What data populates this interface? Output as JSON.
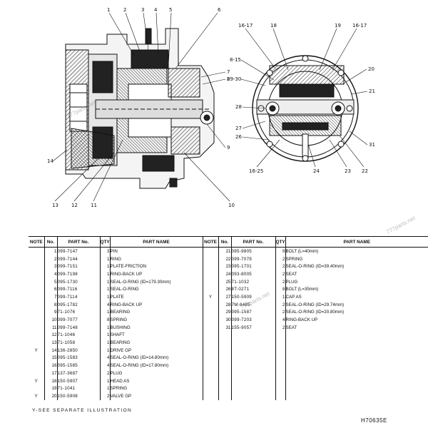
{
  "drawing_callouts": {
    "left": [
      "1",
      "2",
      "3",
      "4",
      "5",
      "6",
      "7",
      "8",
      "9",
      "10",
      "11",
      "12",
      "13",
      "14"
    ],
    "right": [
      "16-17",
      "18",
      "19",
      "16-17",
      "8-15",
      "29-30",
      "20",
      "21",
      "28",
      "27",
      "26",
      "16-25",
      "24",
      "23",
      "22",
      "31"
    ]
  },
  "table": {
    "headers": [
      "NOTE",
      "No.",
      "PART No.",
      "QTY",
      "PART NAME"
    ],
    "rows_left": [
      {
        "note": "",
        "no": "1",
        "part": "099-7147",
        "qty": "3",
        "name": "PIN"
      },
      {
        "note": "",
        "no": "2",
        "part": "099-7144",
        "qty": "1",
        "name": "RING"
      },
      {
        "note": "",
        "no": "3",
        "part": "099-7151",
        "qty": "1",
        "name": "PLATE-FRICTION"
      },
      {
        "note": "",
        "no": "4",
        "part": "099-7198",
        "qty": "1",
        "name": "RING-BACK UP"
      },
      {
        "note": "",
        "no": "5",
        "part": "095-1730",
        "qty": "1",
        "name": "SEAL-O-RING (ID=179.30mm)"
      },
      {
        "note": "",
        "no": "6",
        "part": "099-7116",
        "qty": "1",
        "name": "SEAL-O-RING"
      },
      {
        "note": "",
        "no": "7",
        "part": "099-7114",
        "qty": "1",
        "name": "PLATE"
      },
      {
        "note": "",
        "no": "8",
        "part": "095-1782",
        "qty": "4",
        "name": "RING-BACK UP"
      },
      {
        "note": "",
        "no": "9",
        "part": "71-1076",
        "qty": "1",
        "name": "BEARING"
      },
      {
        "note": "",
        "no": "10",
        "part": "099-7077",
        "qty": "8",
        "name": "SPRING"
      },
      {
        "note": "",
        "no": "11",
        "part": "099-7148",
        "qty": "1",
        "name": "BUSHING"
      },
      {
        "note": "",
        "no": "12",
        "part": "71-1046",
        "qty": "1",
        "name": "SHAFT"
      },
      {
        "note": "",
        "no": "13",
        "part": "71-1058",
        "qty": "1",
        "name": "BEARING"
      },
      {
        "note": "Y",
        "no": "14",
        "part": "136-2850",
        "qty": "1",
        "name": "DRIVE GP"
      },
      {
        "note": "",
        "no": "15",
        "part": "095-1583",
        "qty": "4",
        "name": "SEAL-O-RING (ID=14.80mm)"
      },
      {
        "note": "",
        "no": "16",
        "part": "095-1585",
        "qty": "4",
        "name": "SEAL-O-RING (ID=17.80mm)"
      },
      {
        "note": "",
        "no": "17",
        "part": "137-3687",
        "qty": "2",
        "name": "PLUG"
      },
      {
        "note": "Y",
        "no": "18",
        "part": "150-5907",
        "qty": "1",
        "name": "HEAD AS"
      },
      {
        "note": "",
        "no": "19",
        "part": "71-1041",
        "qty": "1",
        "name": "SPRING"
      },
      {
        "note": "Y",
        "no": "20",
        "part": "150-5908",
        "qty": "2",
        "name": "VALVE GP"
      }
    ],
    "rows_right": [
      {
        "note": "",
        "no": "21",
        "part": "095-9805",
        "qty": "9",
        "name": "BOLT (L=40mm)"
      },
      {
        "note": "",
        "no": "22",
        "part": "099-7079",
        "qty": "2",
        "name": "SPRING"
      },
      {
        "note": "",
        "no": "23",
        "part": "095-1701",
        "qty": "2",
        "name": "SEAL-O-RING (ID=39.40mm)"
      },
      {
        "note": "",
        "no": "24",
        "part": "093-8005",
        "qty": "2",
        "name": "SEAT"
      },
      {
        "note": "",
        "no": "25",
        "part": "71-1032",
        "qty": "2",
        "name": "PLUG"
      },
      {
        "note": "",
        "no": "26",
        "part": "8T-0271",
        "qty": "8",
        "name": "BOLT (L=35mm)"
      },
      {
        "note": "Y",
        "no": "27",
        "part": "150-5909",
        "qty": "1",
        "name": "CAP AS"
      },
      {
        "note": "",
        "no": "28",
        "part": "7M-8485",
        "qty": "2",
        "name": "SEAL-O-RING (ID=29.74mm)"
      },
      {
        "note": "",
        "no": "29",
        "part": "095-1587",
        "qty": "2",
        "name": "SEAL-O-RING (ID=20.80mm)"
      },
      {
        "note": "",
        "no": "30",
        "part": "099-7203",
        "qty": "4",
        "name": "RING-BACK UP"
      },
      {
        "note": "",
        "no": "31",
        "part": "155-9057",
        "qty": "2",
        "name": "SEAT"
      }
    ]
  },
  "footnote": "Y-SEE SEPARATE ILLUSTRATION",
  "doc_id": "H70635E",
  "watermarks": [
    "777parts.net",
    "777parts.net",
    "777parts.net"
  ]
}
